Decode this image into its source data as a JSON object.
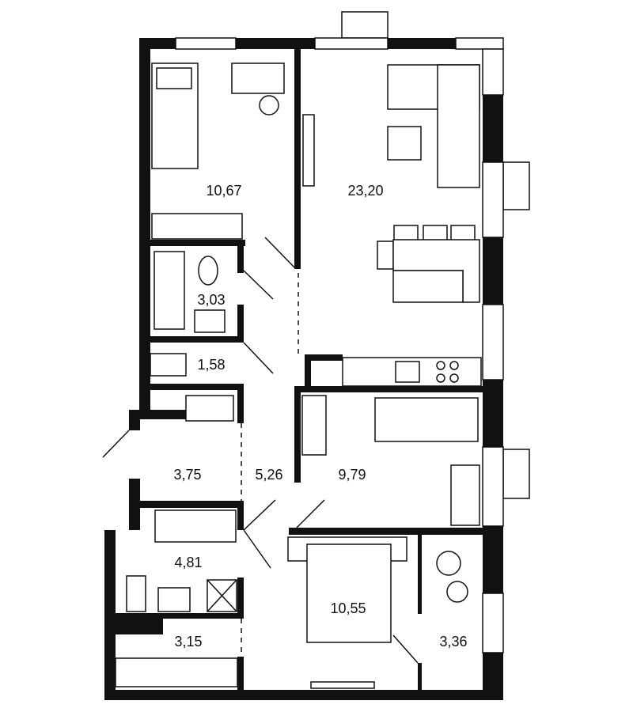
{
  "plan": {
    "rooms": [
      {
        "id": "bedroom-1",
        "area": "10,67"
      },
      {
        "id": "living-kitchen",
        "area": "23,20"
      },
      {
        "id": "bathroom-1",
        "area": "3,03"
      },
      {
        "id": "wc",
        "area": "1,58"
      },
      {
        "id": "hall",
        "area": "3,75"
      },
      {
        "id": "corridor",
        "area": "5,26"
      },
      {
        "id": "bedroom-2",
        "area": "9,79"
      },
      {
        "id": "bathroom-2",
        "area": "4,81"
      },
      {
        "id": "master-bedroom",
        "area": "10,55"
      },
      {
        "id": "wardrobe",
        "area": "3,15"
      },
      {
        "id": "study",
        "area": "3,36"
      }
    ],
    "colors": {
      "wall": "#111111",
      "background": "#ffffff"
    }
  }
}
